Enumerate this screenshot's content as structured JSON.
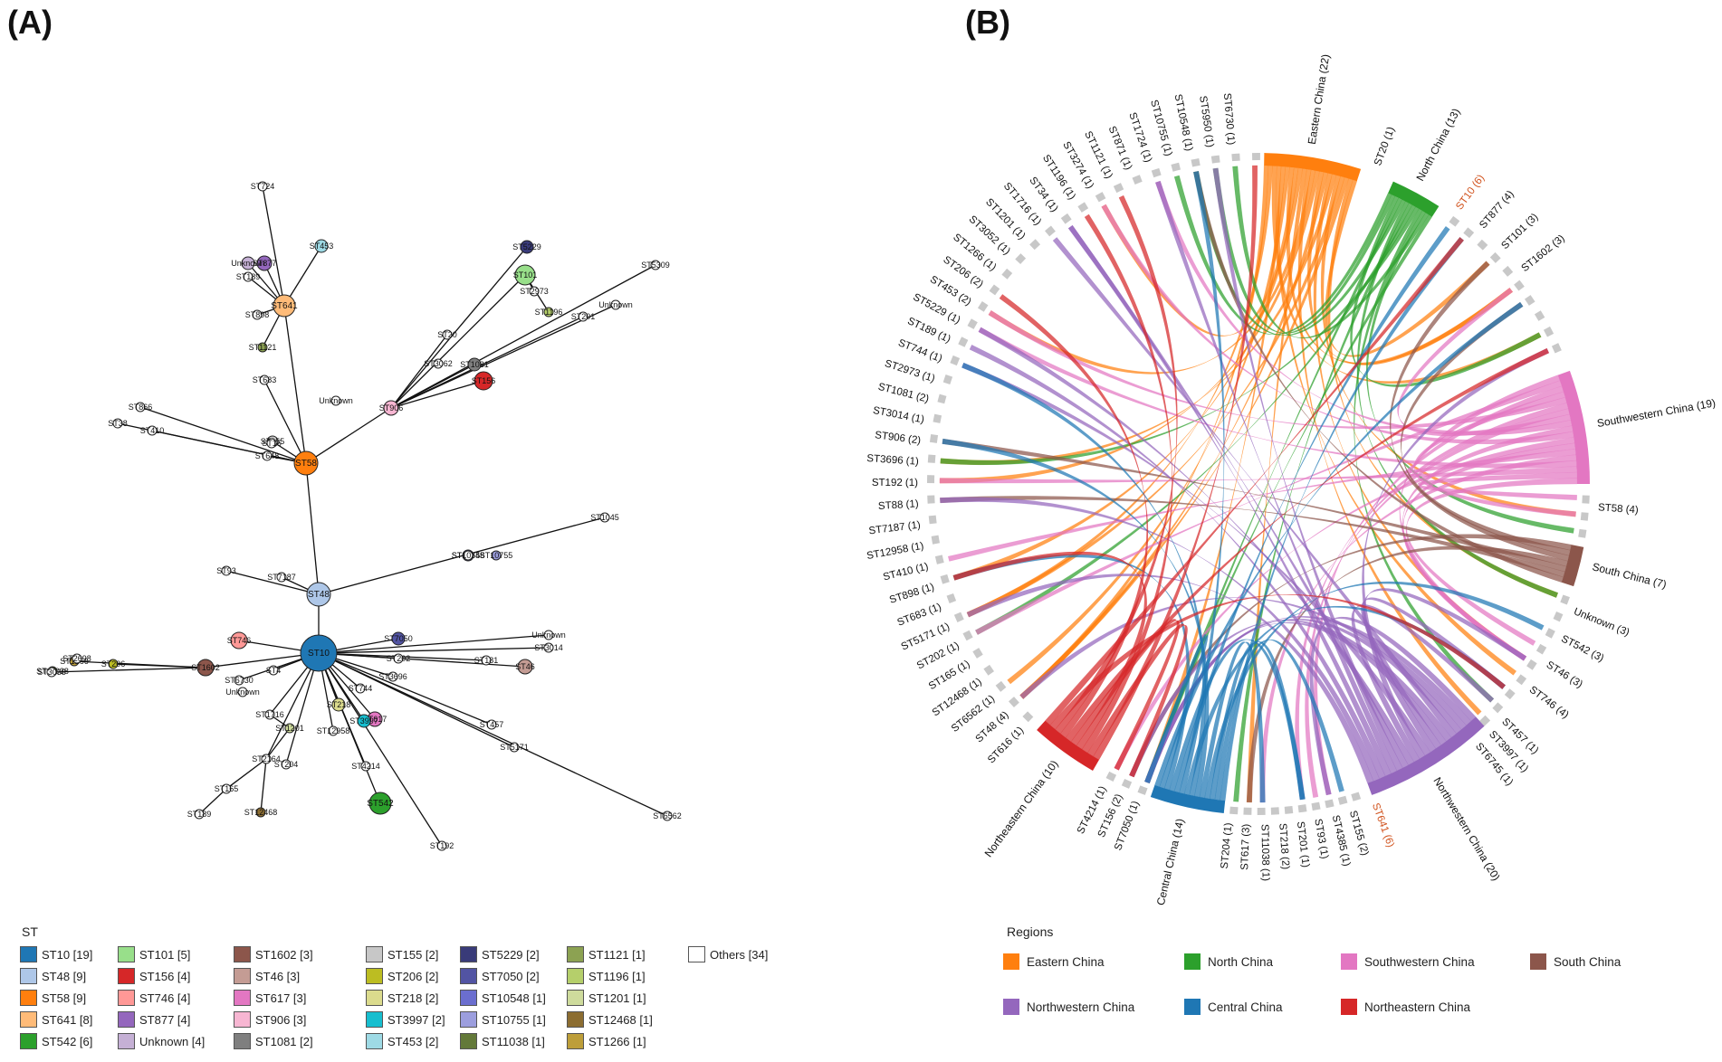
{
  "panel_a_label": "(A)",
  "panel_b_label": "(B)",
  "network": {
    "nodes": [
      {
        "id": "ST10",
        "label": "ST10",
        "color": "#1f77b4"
      },
      {
        "id": "ST48",
        "label": "ST48",
        "color": "#aec7e8"
      },
      {
        "id": "ST58",
        "label": "ST58",
        "color": "#ff7f0e"
      },
      {
        "id": "ST641",
        "label": "ST641",
        "color": "#ffbb78"
      },
      {
        "id": "ST542",
        "label": "ST542",
        "color": "#2ca02c"
      },
      {
        "id": "ST101",
        "label": "ST101",
        "color": "#98df8a"
      },
      {
        "id": "ST156",
        "label": "ST156",
        "color": "#d62728"
      },
      {
        "id": "ST746",
        "label": "ST746",
        "color": "#ff9896"
      },
      {
        "id": "ST1602",
        "label": "ST1602",
        "color": "#8c564b"
      },
      {
        "id": "ST46",
        "label": "ST46",
        "color": "#c49c94"
      },
      {
        "id": "ST617",
        "label": "ST617",
        "color": "#e377c2"
      },
      {
        "id": "ST906",
        "label": "ST906",
        "color": "#f7b6d2"
      },
      {
        "id": "ST1081",
        "label": "ST1081",
        "color": "#7f7f7f"
      },
      {
        "id": "ST5229",
        "label": "ST5229",
        "color": "#393b79"
      },
      {
        "id": "ST7050",
        "label": "ST7050",
        "color": "#5254a3"
      },
      {
        "id": "ST10548",
        "label": "ST10548",
        "color": "#6b6ecf"
      },
      {
        "id": "ST453",
        "label": "ST453",
        "color": "#9edae5"
      },
      {
        "id": "ST3997",
        "label": "ST3997",
        "color": "#17becf"
      },
      {
        "id": "ST218",
        "label": "ST218",
        "color": "#dbdb8d"
      },
      {
        "id": "ST206",
        "label": "ST206",
        "color": "#bcbd22"
      },
      {
        "id": "ST155",
        "label": "ST155",
        "color": "#c7c7c7"
      },
      {
        "id": "ST1201",
        "label": "ST1201",
        "color": "#cedb9c"
      },
      {
        "id": "ST12468",
        "label": "ST12468",
        "color": "#8c6d31"
      },
      {
        "id": "ST1266",
        "label": "ST1266",
        "color": "#bd9e39"
      },
      {
        "id": "ST1196",
        "label": "ST1196",
        "color": "#b5cf6b"
      },
      {
        "id": "ST1121",
        "label": "ST1121",
        "color": "#8ca252"
      },
      {
        "id": "ST877",
        "label": "ST877",
        "color": "#9467bd"
      },
      {
        "id": "ST10755",
        "label": "ST10755",
        "color": "#9c9ede"
      },
      {
        "id": "ST11038",
        "label": "ST11038",
        "color": "#637939"
      },
      {
        "id": "Unknown1",
        "label": "Unknown",
        "color": "#c5b0d5"
      },
      {
        "id": "n_ST724",
        "label": "ST724",
        "color": "#ffffff"
      },
      {
        "id": "n_ST189",
        "label": "ST189",
        "color": "#ffffff"
      },
      {
        "id": "n_ST898",
        "label": "ST898",
        "color": "#ffffff"
      },
      {
        "id": "n_ST683",
        "label": "ST683",
        "color": "#ffffff"
      },
      {
        "id": "n_ST15",
        "label": "ST15",
        "color": "#ffffff"
      },
      {
        "id": "n_ST38",
        "label": "ST38",
        "color": "#ffffff"
      },
      {
        "id": "n_ST410",
        "label": "ST410",
        "color": "#ffffff"
      },
      {
        "id": "n_ST648",
        "label": "ST648",
        "color": "#ffffff"
      },
      {
        "id": "n_ST866",
        "label": "ST866",
        "color": "#ffffff"
      },
      {
        "id": "n_ST20",
        "label": "ST20",
        "color": "#ffffff"
      },
      {
        "id": "n_ST3062",
        "label": "ST3062",
        "color": "#ffffff"
      },
      {
        "id": "n_ST2973",
        "label": "ST2973",
        "color": "#ffffff"
      },
      {
        "id": "n_ST5309",
        "label": "ST5309",
        "color": "#ffffff"
      },
      {
        "id": "n_UnknownB",
        "label": "Unknown",
        "color": "#ffffff"
      },
      {
        "id": "n_ST201",
        "label": "ST201",
        "color": "#ffffff"
      },
      {
        "id": "n_UnknownC",
        "label": "Unknown",
        "color": "#ffffff"
      },
      {
        "id": "n_ST1045",
        "label": "ST1045",
        "color": "#ffffff"
      },
      {
        "id": "n_ST10755b",
        "label": "ST10755",
        "color": "#ffffff"
      },
      {
        "id": "n_ST93",
        "label": "ST93",
        "color": "#ffffff"
      },
      {
        "id": "n_ST7187",
        "label": "ST7187",
        "color": "#ffffff"
      },
      {
        "id": "n_UnknownD",
        "label": "Unknown",
        "color": "#ffffff"
      },
      {
        "id": "n_ST3014",
        "label": "ST3014",
        "color": "#ffffff"
      },
      {
        "id": "n_ST181",
        "label": "ST181",
        "color": "#ffffff"
      },
      {
        "id": "n_ST202",
        "label": "ST202",
        "color": "#ffffff"
      },
      {
        "id": "n_ST3696",
        "label": "ST3696",
        "color": "#ffffff"
      },
      {
        "id": "n_ST744",
        "label": "ST744",
        "color": "#ffffff"
      },
      {
        "id": "n_ST457",
        "label": "ST457",
        "color": "#ffffff"
      },
      {
        "id": "n_ST5171",
        "label": "ST5171",
        "color": "#ffffff"
      },
      {
        "id": "n_ST6562",
        "label": "ST6562",
        "color": "#ffffff"
      },
      {
        "id": "n_ST192",
        "label": "ST192",
        "color": "#ffffff"
      },
      {
        "id": "n_ST4214",
        "label": "ST4214",
        "color": "#ffffff"
      },
      {
        "id": "n_ST12958",
        "label": "ST12958",
        "color": "#ffffff"
      },
      {
        "id": "n_ST4",
        "label": "ST4",
        "color": "#ffffff"
      },
      {
        "id": "n_ST6730",
        "label": "ST6730",
        "color": "#ffffff"
      },
      {
        "id": "n_UnknownE",
        "label": "Unknown",
        "color": "#ffffff"
      },
      {
        "id": "n_ST1716",
        "label": "ST1716",
        "color": "#ffffff"
      },
      {
        "id": "n_ST204",
        "label": "ST204",
        "color": "#ffffff"
      },
      {
        "id": "n_ST2164",
        "label": "ST2164",
        "color": "#ffffff"
      },
      {
        "id": "n_ST165",
        "label": "ST165",
        "color": "#ffffff"
      },
      {
        "id": "n_ST189b",
        "label": "ST189",
        "color": "#ffffff"
      },
      {
        "id": "n_ST2698",
        "label": "ST2698",
        "color": "#ffffff"
      },
      {
        "id": "n_ST3038",
        "label": "ST3038",
        "color": "#ffffff"
      }
    ]
  },
  "chord": {
    "regions": [
      {
        "id": "eastern",
        "label": "Eastern China (22)",
        "color": "#ff7f0e"
      },
      {
        "id": "north",
        "label": "North China (13)",
        "color": "#2ca02c"
      },
      {
        "id": "southwestern",
        "label": "Southwestern China (19)",
        "color": "#e377c2"
      },
      {
        "id": "south",
        "label": "South China (7)",
        "color": "#8c564b"
      },
      {
        "id": "northwestern",
        "label": "Northwestern China (20)",
        "color": "#9467bd"
      },
      {
        "id": "central",
        "label": "Central China (14)",
        "color": "#1f77b4"
      },
      {
        "id": "northeastern",
        "label": "Northeastern China (10)",
        "color": "#d62728"
      }
    ],
    "st_labels_right": [
      "ST20 (1)",
      "ST10 (6)",
      "ST877 (4)",
      "ST101 (3)",
      "ST1602 (3)",
      "ST58 (4)",
      "Unknown (3)",
      "ST542 (3)",
      "ST46 (3)",
      "ST746 (4)",
      "ST457 (1)",
      "ST3997 (1)",
      "ST6745 (1)"
    ],
    "st_labels_bottom": [
      "ST641 (6)",
      "ST155 (2)",
      "ST4385 (1)",
      "ST93 (1)",
      "ST201 (1)",
      "ST218 (2)",
      "ST11038 (1)",
      "ST617 (3)",
      "ST204 (1)",
      "ST7050 (1)",
      "ST156 (2)",
      "ST4214 (1)"
    ],
    "st_labels_left": [
      "ST616 (1)",
      "ST48 (4)",
      "ST6562 (1)",
      "ST12468 (1)",
      "ST165 (1)",
      "ST202 (1)",
      "ST5171 (1)",
      "ST683 (1)",
      "ST898 (1)",
      "ST410 (1)",
      "ST12958 (1)",
      "ST7187 (1)",
      "ST88 (1)",
      "ST192 (1)",
      "ST3696 (1)",
      "ST906 (2)",
      "ST3014 (1)",
      "ST1081 (2)",
      "ST2973 (1)",
      "ST744 (1)",
      "ST189 (1)",
      "ST5229 (1)",
      "ST453 (2)",
      "ST206 (2)",
      "ST1266 (1)",
      "ST3052 (1)",
      "ST1201 (1)",
      "ST1716 (1)",
      "ST34 (1)",
      "ST1196 (1)",
      "ST3274 (1)",
      "ST1121 (1)",
      "ST871 (1)",
      "ST1724 (1)",
      "ST10755 (1)",
      "ST10548 (1)",
      "ST5950 (1)",
      "ST6730 (1)"
    ]
  },
  "st_legend": {
    "title": "ST",
    "items": [
      {
        "label": "ST10 [19]",
        "color": "#1f77b4"
      },
      {
        "label": "ST48 [9]",
        "color": "#aec7e8"
      },
      {
        "label": "ST58 [9]",
        "color": "#ff7f0e"
      },
      {
        "label": "ST641 [8]",
        "color": "#ffbb78"
      },
      {
        "label": "ST542 [6]",
        "color": "#2ca02c"
      },
      {
        "label": "ST101 [5]",
        "color": "#98df8a"
      },
      {
        "label": "ST156 [4]",
        "color": "#d62728"
      },
      {
        "label": "ST746 [4]",
        "color": "#ff9896"
      },
      {
        "label": "ST877 [4]",
        "color": "#9467bd"
      },
      {
        "label": "Unknown [4]",
        "color": "#c5b0d5"
      },
      {
        "label": "ST1602 [3]",
        "color": "#8c564b"
      },
      {
        "label": "ST46 [3]",
        "color": "#c49c94"
      },
      {
        "label": "ST617 [3]",
        "color": "#e377c2"
      },
      {
        "label": "ST906 [3]",
        "color": "#f7b6d2"
      },
      {
        "label": "ST1081 [2]",
        "color": "#7f7f7f"
      },
      {
        "label": "ST155 [2]",
        "color": "#c7c7c7"
      },
      {
        "label": "ST206 [2]",
        "color": "#bcbd22"
      },
      {
        "label": "ST218 [2]",
        "color": "#dbdb8d"
      },
      {
        "label": "ST3997 [2]",
        "color": "#17becf"
      },
      {
        "label": "ST453 [2]",
        "color": "#9edae5"
      },
      {
        "label": "ST5229 [2]",
        "color": "#393b79"
      },
      {
        "label": "ST7050 [2]",
        "color": "#5254a3"
      },
      {
        "label": "ST10548 [1]",
        "color": "#6b6ecf"
      },
      {
        "label": "ST10755 [1]",
        "color": "#9c9ede"
      },
      {
        "label": "ST11038 [1]",
        "color": "#637939"
      },
      {
        "label": "ST1121 [1]",
        "color": "#8ca252"
      },
      {
        "label": "ST1196 [1]",
        "color": "#b5cf6b"
      },
      {
        "label": "ST1201 [1]",
        "color": "#cedb9c"
      },
      {
        "label": "ST12468 [1]",
        "color": "#8c6d31"
      },
      {
        "label": "ST1266 [1]",
        "color": "#bd9e39"
      },
      {
        "label": "Others [34]",
        "color": "#ffffff"
      }
    ]
  },
  "region_legend": {
    "title": "Regions",
    "items": [
      {
        "label": "Eastern China",
        "color": "#ff7f0e"
      },
      {
        "label": "North China",
        "color": "#2ca02c"
      },
      {
        "label": "Southwestern China",
        "color": "#e377c2"
      },
      {
        "label": "South China",
        "color": "#8c564b"
      },
      {
        "label": "Northwestern China",
        "color": "#9467bd"
      },
      {
        "label": "Central China",
        "color": "#1f77b4"
      },
      {
        "label": "Northeastern China",
        "color": "#d62728"
      }
    ]
  }
}
